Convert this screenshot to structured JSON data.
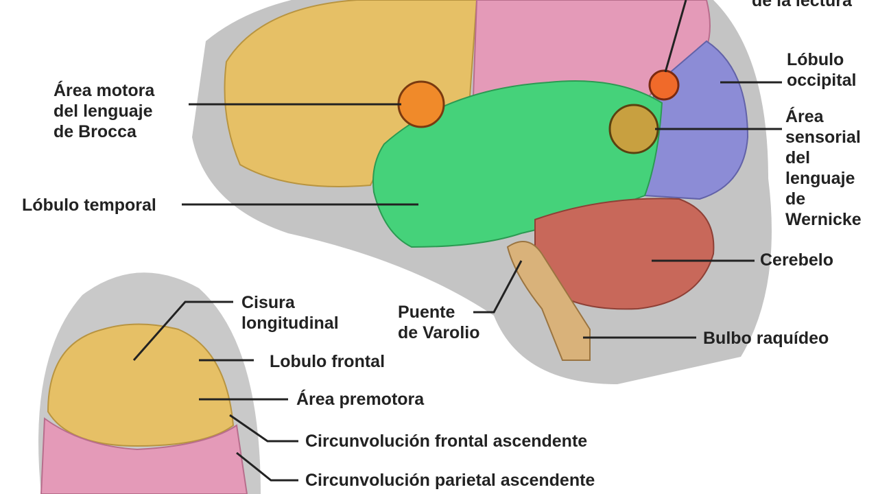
{
  "labels": {
    "reading": "de la lectura",
    "occipital": "Lóbulo\noccipital",
    "broca": "Área motora\ndel lenguaje\nde Brocca",
    "wernicke": "Área\nsensorial\ndel\nlenguaje\nde\nWernicke",
    "temporal": "Lóbulo temporal",
    "cerebelo": "Cerebelo",
    "varolio": "Puente\nde Varolio",
    "bulbo": "Bulbo raquídeo",
    "cisura": "Cisura\nlongitudinal",
    "frontal": "Lobulo frontal",
    "premotora": "Área premotora",
    "frontal_asc": "Circunvolución frontal ascendente",
    "parietal_asc": "Circunvolución parietal ascendente"
  },
  "colors": {
    "frontal": "#e6c066",
    "parietal": "#e49ab8",
    "occipital": "#8c8cd6",
    "temporal": "#45d27a",
    "cerebellum": "#c8685a",
    "stem": "#d9b27a",
    "head": "#bdbdbd",
    "marker": "#f08a2a"
  }
}
